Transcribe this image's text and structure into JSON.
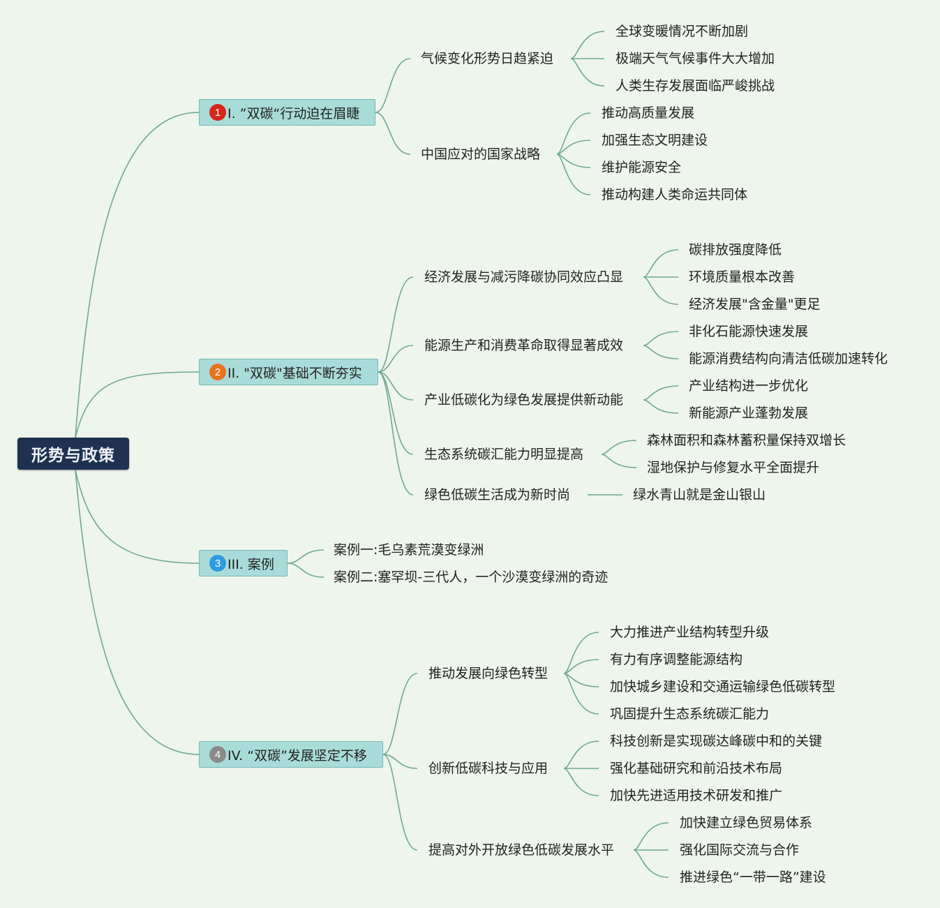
{
  "root": "形势与政策",
  "branches": [
    {
      "num": "1",
      "color": "#d7261b",
      "label": "I. ”双碳“行动迫在眉睫",
      "children": [
        {
          "label": "气候变化形势日趋紧迫",
          "children": [
            "全球变暖情况不断加剧",
            "极端天气气候事件大大增加",
            "人类生存发展面临严峻挑战"
          ]
        },
        {
          "label": "中国应对的国家战略",
          "children": [
            "推动高质量发展",
            "加强生态文明建设",
            "维护能源安全",
            "推动构建人类命运共同体"
          ]
        }
      ]
    },
    {
      "num": "2",
      "color": "#e8731d",
      "label": "II. \"双碳\"基础不断夯实",
      "children": [
        {
          "label": "经济发展与减污降碳协同效应凸显",
          "children": [
            "碳排放强度降低",
            "环境质量根本改善",
            "经济发展\"含金量\"更足"
          ]
        },
        {
          "label": "能源生产和消费革命取得显著成效",
          "children": [
            "非化石能源快速发展",
            "能源消费结构向清洁低碳加速转化"
          ]
        },
        {
          "label": "产业低碳化为绿色发展提供新动能",
          "children": [
            "产业结构进一步优化",
            "新能源产业蓬勃发展"
          ]
        },
        {
          "label": "生态系统碳汇能力明显提高",
          "children": [
            "森林面积和森林蓄积量保持双增长",
            "湿地保护与修复水平全面提升"
          ]
        },
        {
          "label": "绿色低碳生活成为新时尚",
          "children": [
            "绿水青山就是金山银山"
          ]
        }
      ]
    },
    {
      "num": "3",
      "color": "#2d9be0",
      "label": "III. 案例",
      "children": [
        {
          "label": "案例一:毛乌素荒漠变绿洲",
          "children": []
        },
        {
          "label": "案例二:塞罕坝-三代人，一个沙漠变绿洲的奇迹",
          "children": []
        }
      ]
    },
    {
      "num": "4",
      "color": "#8a8a8a",
      "label": "IV. “双碳”发展坚定不移",
      "children": [
        {
          "label": "推动发展向绿色转型",
          "children": [
            "大力推进产业结构转型升级",
            "有力有序调整能源结构",
            "加快城乡建设和交通运输绿色低碳转型",
            "巩固提升生态系统碳汇能力"
          ]
        },
        {
          "label": "创新低碳科技与应用",
          "children": [
            "科技创新是实现碳达峰碳中和的关键",
            "强化基础研究和前沿技术布局",
            "加快先进适用技术研发和推广"
          ]
        },
        {
          "label": "提高对外开放绿色低碳发展水平",
          "children": [
            "加快建立绿色贸易体系",
            "强化国际交流与合作",
            "推进绿色“一带一路”建设"
          ]
        }
      ]
    }
  ]
}
